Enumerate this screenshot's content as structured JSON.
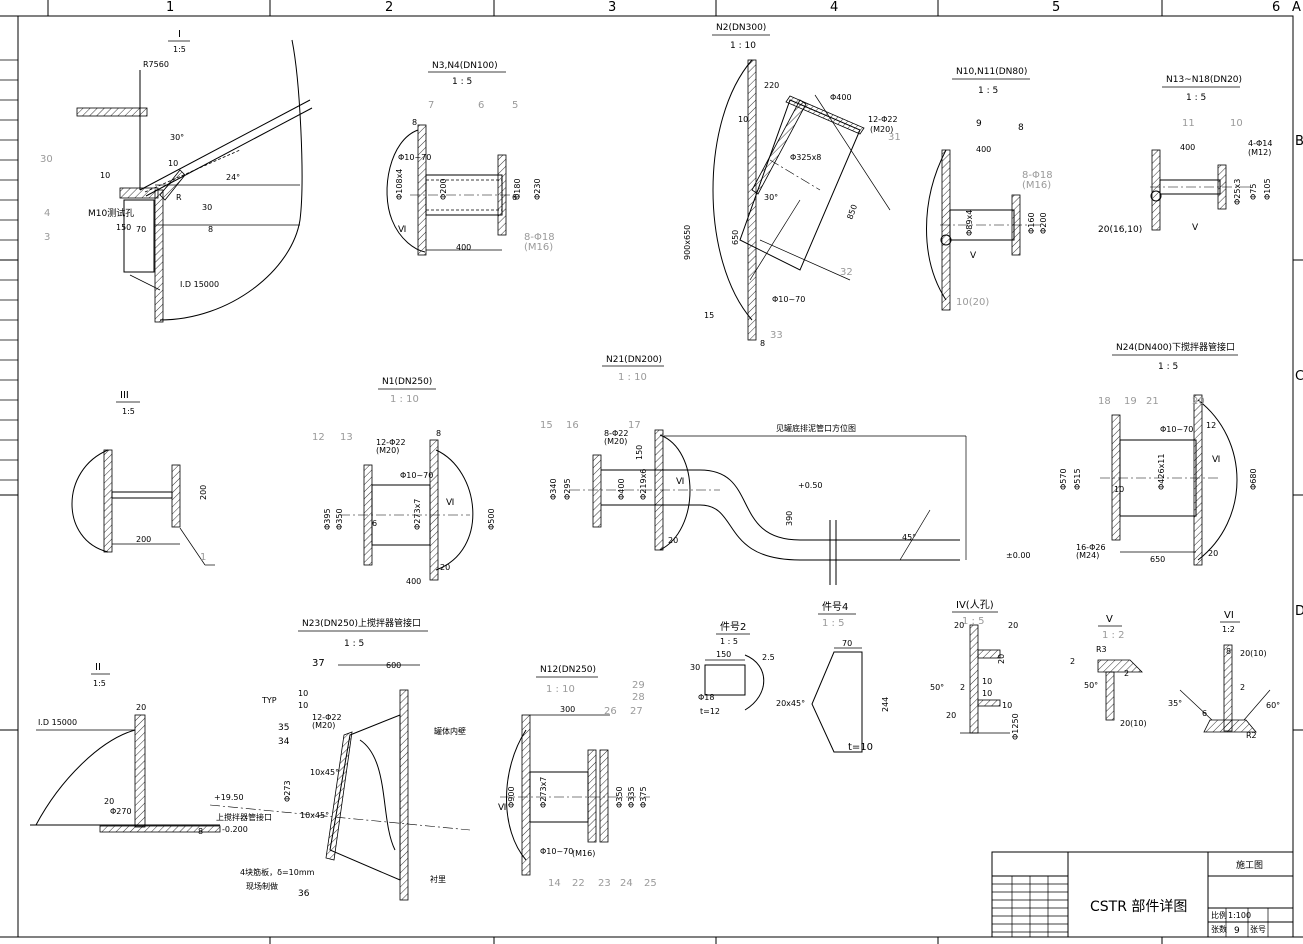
{
  "grid": {
    "columns": [
      "1",
      "2",
      "3",
      "4",
      "5",
      "6"
    ],
    "rows_right": [
      "A",
      "B",
      "C",
      "D"
    ]
  },
  "details": {
    "d_I": {
      "title": "I",
      "scale": "1:5",
      "labels": [
        "R7560",
        "30°",
        "10",
        "24°",
        "30",
        "10",
        "R",
        "8",
        "M10测试孔",
        "I.D 15000",
        "30",
        "4",
        "3",
        "70",
        "150"
      ]
    },
    "d_N3N4": {
      "title": "N3,N4(DN100)",
      "scale": "1 : 5",
      "labels": [
        "7",
        "6",
        "5",
        "8",
        "Φ10~70",
        "Φ108x4",
        "Φ200",
        "Φ180",
        "Φ230",
        "6",
        "400",
        "8-Φ18",
        "(M16)",
        "Ⅵ"
      ]
    },
    "d_N2": {
      "title": "N2(DN300)",
      "scale": "1 : 10",
      "labels": [
        "220",
        "Φ400",
        "12-Φ22",
        "(M20)",
        "31",
        "10",
        "Φ325x8",
        "30°",
        "650",
        "850",
        "900x650",
        "32",
        "Φ10~70",
        "15",
        "33",
        "8"
      ]
    },
    "d_N10N11": {
      "title": "N10,N11(DN80)",
      "scale": "1 : 5",
      "labels": [
        "9",
        "8",
        "400",
        "8-Φ18",
        "(M16)",
        "Φ89x4",
        "Φ160",
        "Φ200",
        "10(20)",
        "V"
      ]
    },
    "d_N13N18": {
      "title": "N13~N18(DN20)",
      "scale": "1 : 5",
      "labels": [
        "11",
        "10",
        "400",
        "4-Φ14",
        "(M12)",
        "Φ25x3",
        "Φ75",
        "Φ105",
        "20(16,10)",
        "V"
      ]
    },
    "d_N24": {
      "title": "N24(DN400)下搅拌器管接口",
      "scale": "1 : 5",
      "labels": [
        "18",
        "19",
        "21",
        "20",
        "Φ10~70",
        "12",
        "Φ570",
        "Φ515",
        "Φ426x11",
        "Φ680",
        "10",
        "16-Φ26",
        "(M24)",
        "650",
        "20",
        "Ⅵ"
      ]
    },
    "d_III": {
      "title": "III",
      "scale": "1:5",
      "labels": [
        "200",
        "200",
        "1"
      ]
    },
    "d_N1": {
      "title": "N1(DN250)",
      "scale": "1 : 10",
      "labels": [
        "12",
        "13",
        "12-Φ22",
        "(M20)",
        "8",
        "Φ10~70",
        "Φ395",
        "Φ350",
        "Φ273x7",
        "Φ500",
        "6",
        "400",
        "20",
        "Ⅵ"
      ]
    },
    "d_N21": {
      "title": "N21(DN200)",
      "scale": "1 : 10",
      "labels": [
        "15",
        "16",
        "17",
        "8-Φ22",
        "(M20)",
        "Φ340",
        "Φ295",
        "Φ400",
        "Φ219x6",
        "150",
        "见罐底排泥管口方位图",
        "+0.50",
        "390",
        "45°",
        "±0.00",
        "20",
        "Ⅵ"
      ]
    },
    "d_II": {
      "title": "II",
      "scale": "1:5",
      "labels": [
        "20",
        "I.D 15000",
        "20",
        "Φ270",
        "8"
      ]
    },
    "d_N23": {
      "title": "N23(DN250)上搅拌器管接口",
      "scale": "1 : 5",
      "labels": [
        "37",
        "600",
        "TYP",
        "10",
        "10",
        "12-Φ22",
        "(M20)",
        "35",
        "34",
        "10x45°",
        "Φ273",
        "10x45°",
        "+19.50",
        "上搅拌器管接口",
        "-0.200",
        "罐体内壁",
        "衬里",
        "4块筋板，δ=10mm",
        "现场制做",
        "36"
      ]
    },
    "d_N12": {
      "title": "N12(DN250)",
      "scale": "1 : 10",
      "labels": [
        "29",
        "28",
        "26",
        "27",
        "300",
        "Φ900",
        "Φ273x7",
        "Φ350",
        "Φ335",
        "Φ375",
        "Φ10~70",
        "(M16)",
        "14",
        "22",
        "23",
        "24",
        "25",
        "Ⅵ"
      ]
    },
    "d_P2": {
      "title": "件号2",
      "scale": "1 : 5",
      "labels": [
        "150",
        "30",
        "t=12",
        "Φ18",
        "2.5"
      ]
    },
    "d_P4": {
      "title": "件号4",
      "scale": "1 : 5",
      "labels": [
        "70",
        "20x45°",
        "244",
        "t=10"
      ]
    },
    "d_IV": {
      "title": "IV(人孔)",
      "scale": "1 : 5",
      "labels": [
        "20",
        "20",
        "50°",
        "2",
        "20",
        "10",
        "10",
        "Φ1250",
        "20",
        "10"
      ]
    },
    "d_V": {
      "title": "V",
      "scale": "1 : 2",
      "labels": [
        "2",
        "R3",
        "2",
        "50°",
        "20(10)"
      ]
    },
    "d_VI": {
      "title": "VI",
      "scale": "1:2",
      "labels": [
        "8",
        "20(10)",
        "2",
        "35°",
        "60°",
        "6",
        "R2"
      ]
    }
  },
  "title_block": {
    "stage": "施工图",
    "drawing_title": "CSTR 部件详图",
    "scale_label": "比例",
    "scale": "1:100",
    "sheet_label": "张数",
    "sheet_no": "9",
    "page_label": "张号"
  }
}
